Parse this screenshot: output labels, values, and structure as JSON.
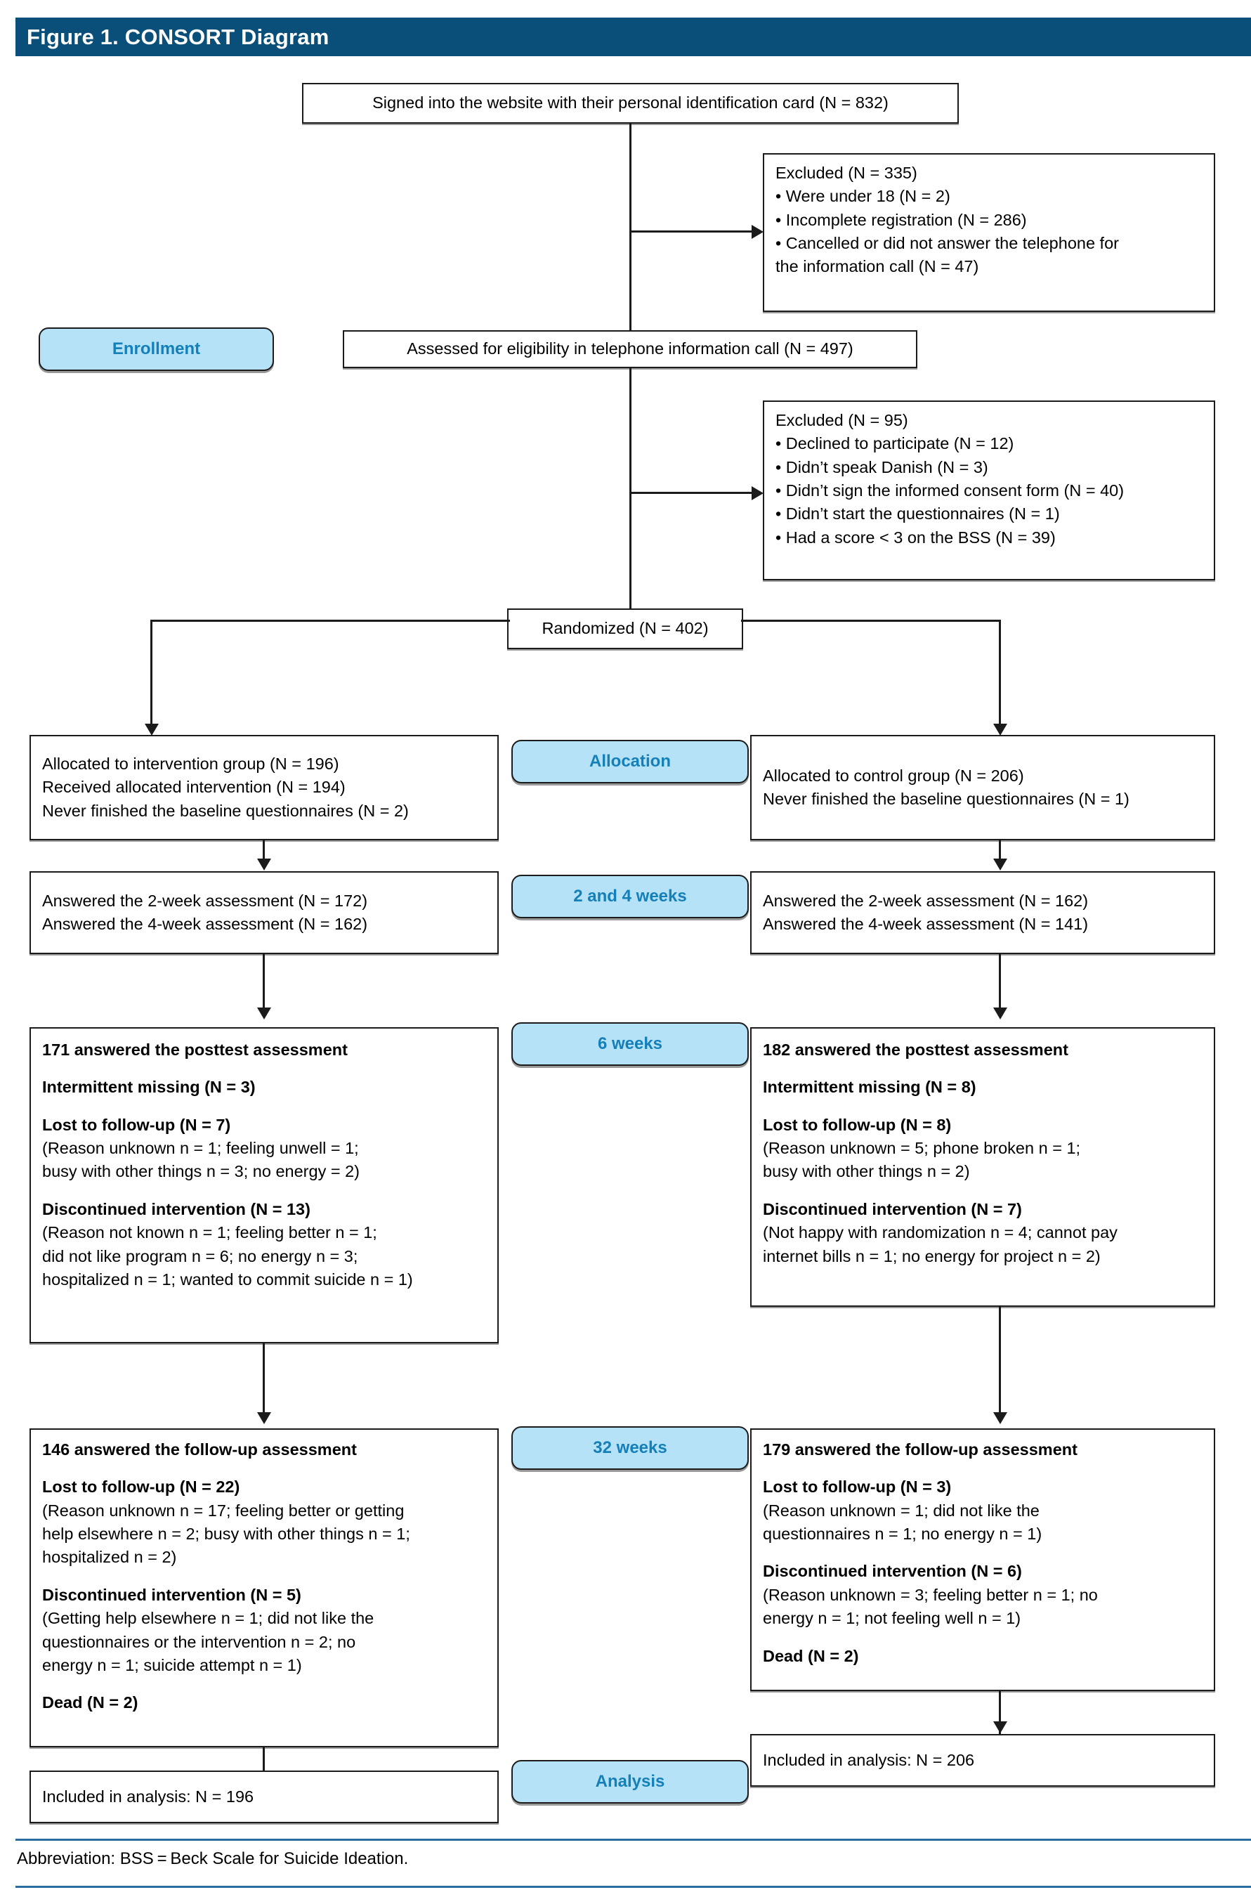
{
  "header": {
    "title": "Figure 1. CONSORT Diagram"
  },
  "stage_labels": {
    "enrollment": "Enrollment",
    "allocation": "Allocation",
    "weeks_2_4": "2 and 4 weeks",
    "weeks_6": "6 weeks",
    "weeks_32": "32 weeks",
    "analysis": "Analysis"
  },
  "colors": {
    "header_bar": "#0a4f7a",
    "pill_fill": "#b6e2f8",
    "pill_text": "#1580b8",
    "rule": "#2a6e9e",
    "box_border": "#1b1b1b"
  },
  "nodes": {
    "signed_in": {
      "text": "Signed into the website with their personal identification card (N = 832)"
    },
    "excluded_1": {
      "title": "Excluded (N = 335)",
      "items": [
        "• Were under 18 (N = 2)",
        "• Incomplete registration (N = 286)",
        "• Cancelled or did not answer the telephone for",
        "the information call (N = 47)"
      ]
    },
    "assessed": {
      "text": "Assessed for eligibility in telephone information call (N = 497)"
    },
    "excluded_2": {
      "title": "Excluded (N = 95)",
      "items": [
        "• Declined to participate (N = 12)",
        "• Didn’t speak Danish (N = 3)",
        "• Didn’t sign the informed consent form (N = 40)",
        "• Didn’t start the questionnaires (N = 1)",
        "• Had a score < 3 on the BSS (N = 39)"
      ]
    },
    "randomized": {
      "text": "Randomized (N = 402)"
    },
    "alloc_left": {
      "lines": [
        "Allocated to intervention group (N = 196)",
        "Received allocated intervention (N = 194)",
        "Never finished the baseline questionnaires (N = 2)"
      ]
    },
    "alloc_right": {
      "lines": [
        "Allocated to control group (N = 206)",
        "Never finished the baseline questionnaires (N = 1)"
      ]
    },
    "wk24_left": {
      "lines": [
        "Answered the 2-week assessment (N = 172)",
        "Answered the 4-week assessment (N = 162)"
      ]
    },
    "wk24_right": {
      "lines": [
        "Answered the 2-week assessment (N = 162)",
        "Answered the 4-week assessment (N = 141)"
      ]
    },
    "wk6_left": {
      "heading": "171 answered the posttest assessment",
      "intermittent": "Intermittent missing (N = 3)",
      "lost_title": "Lost to follow-up (N = 7)",
      "lost_detail": [
        "(Reason unknown n = 1; feeling unwell = 1;",
        "busy with other things n = 3; no energy = 2)"
      ],
      "disc_title": "Discontinued intervention (N = 13)",
      "disc_detail": [
        "(Reason not known n = 1; feeling better n = 1;",
        "did not like program n =  6; no energy n = 3;",
        "hospitalized n = 1; wanted to commit suicide n = 1)"
      ]
    },
    "wk6_right": {
      "heading": "182 answered the posttest assessment",
      "intermittent": "Intermittent missing (N = 8)",
      "lost_title": "Lost to follow-up (N = 8)",
      "lost_detail": [
        "(Reason unknown = 5; phone broken n = 1;",
        "busy with other things n = 2)"
      ],
      "disc_title": "Discontinued intervention (N = 7)",
      "disc_detail": [
        "(Not happy with randomization n = 4; cannot pay",
        " internet bills n = 1; no energy for project n = 2)"
      ]
    },
    "wk32_left": {
      "heading": "146 answered the follow-up assessment",
      "lost_title": "Lost to follow-up (N = 22)",
      "lost_detail": [
        "(Reason unknown n = 17; feeling better or getting",
        "help elsewhere n = 2; busy with other things n = 1;",
        "hospitalized n = 2)"
      ],
      "disc_title": "Discontinued intervention (N = 5)",
      "disc_detail": [
        "(Getting help elsewhere n = 1; did not like the",
        "questionnaires or the intervention n = 2; no",
        "energy n = 1; suicide attempt n = 1)"
      ],
      "dead": "Dead (N = 2)"
    },
    "wk32_right": {
      "heading": "179 answered the follow-up assessment",
      "lost_title": "Lost to follow-up (N = 3)",
      "lost_detail": [
        "(Reason unknown = 1; did not like the",
        "questionnaires n = 1; no energy n = 1)"
      ],
      "disc_title": "Discontinued intervention (N = 6)",
      "disc_detail": [
        "(Reason unknown = 3; feeling better n = 1; no",
        "energy n = 1; not feeling well n = 1)"
      ],
      "dead": "Dead (N = 2)"
    },
    "analysis_left": {
      "text": "Included in analysis: N = 196"
    },
    "analysis_right": {
      "text": "Included in analysis: N = 206"
    }
  },
  "footnote": {
    "text": "Abbreviation: BSS = Beck Scale for Suicide Ideation."
  }
}
